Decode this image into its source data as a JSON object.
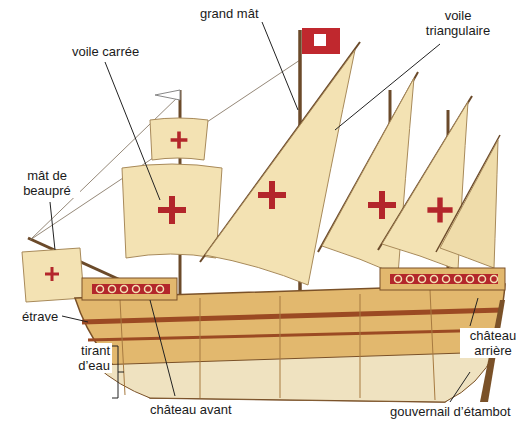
{
  "diagram": {
    "labels": [
      "grand mât",
      "voile triangulaire",
      "voile carrée",
      "mât de beaupré",
      "étrave",
      "château arrière",
      "tirant d’eau",
      "château avant",
      "gouvernail d’étambot"
    ]
  }
}
